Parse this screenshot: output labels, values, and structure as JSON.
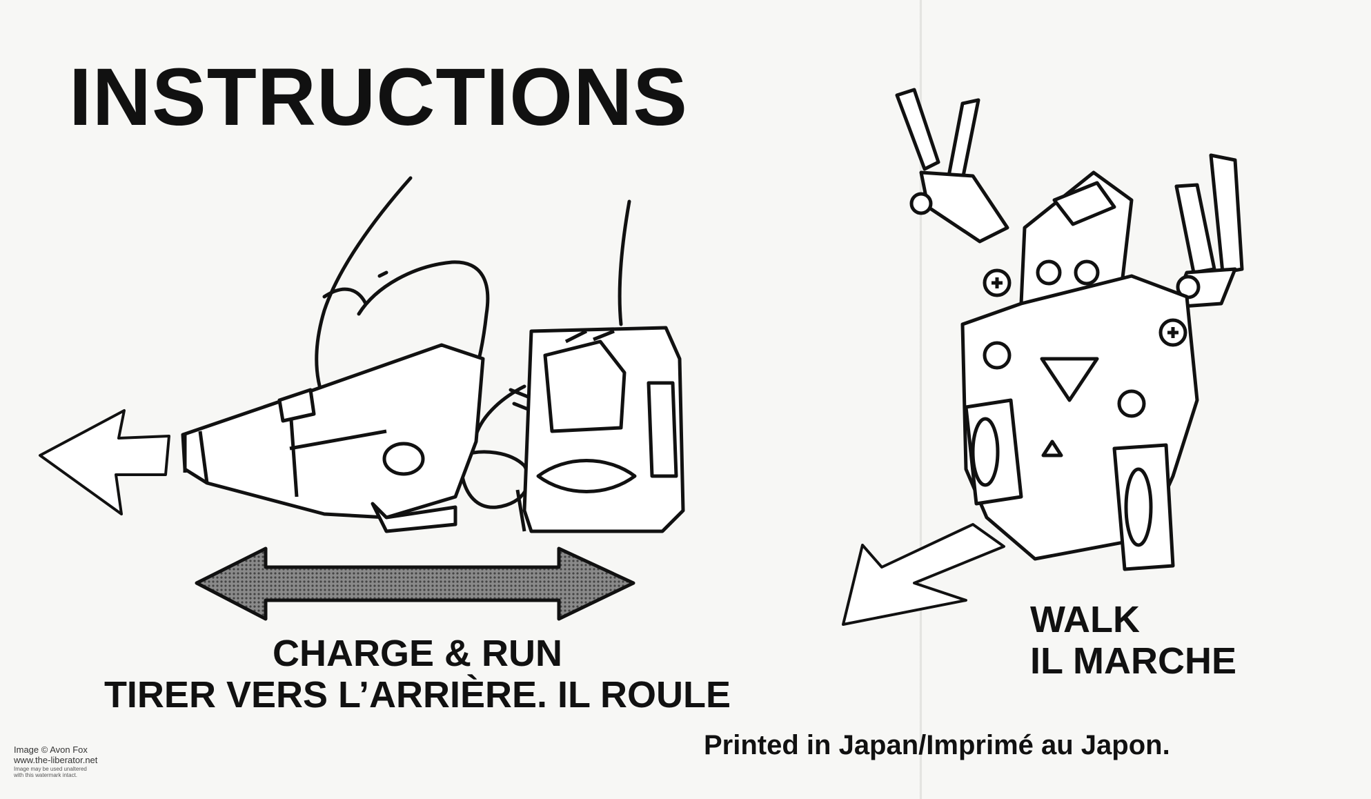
{
  "heading": "INSTRUCTIONS",
  "left_panel": {
    "caption_line1": "CHARGE & RUN",
    "caption_line2": "TIRER VERS L’ARRIÈRE. IL ROULE"
  },
  "right_panel": {
    "caption_line1": "WALK",
    "caption_line2": "IL MARCHE"
  },
  "footer": "Printed in Japan/Imprimé au Japon.",
  "watermark": {
    "line1": "Image © Avon Fox",
    "line2": "www.the-liberator.net",
    "line3": "Image may be used unaltered",
    "line4": "with this watermark intact."
  }
}
